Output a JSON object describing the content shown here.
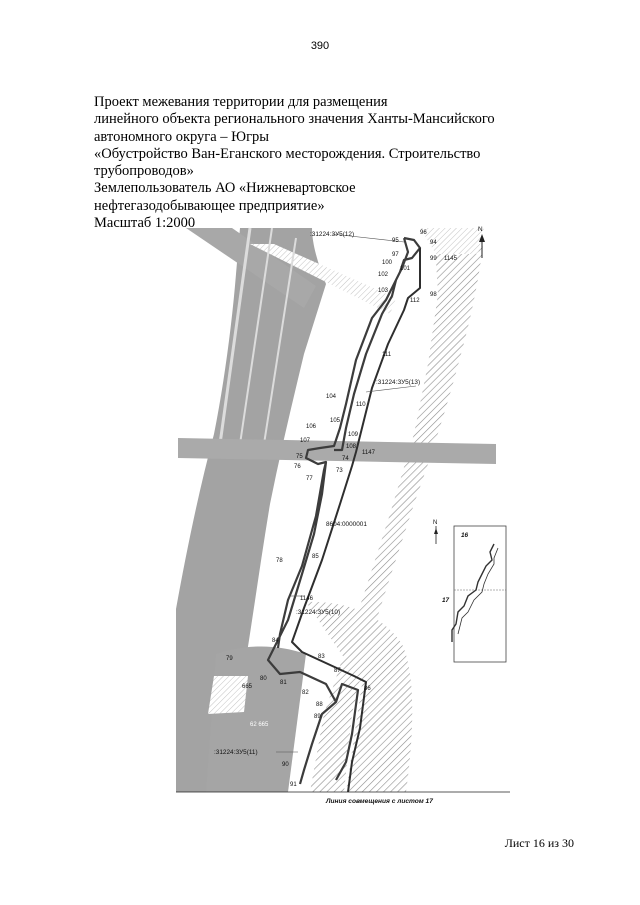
{
  "page_number": "390",
  "header": {
    "lines": [
      "Проект межевания территории для размещения",
      "линейного объекта регионального значения Ханты-Мансийского",
      "автономного округа – Югры",
      "«Обустройство Ван-Еганского месторождения. Строительство",
      "трубопроводов»",
      "Землепользователь АО «Нижневартовское",
      "нефтегазодобывающее предприятие»",
      "Масштаб 1:2000"
    ]
  },
  "map": {
    "zone_labels": [
      ":31224:ЗУ5(12)",
      ":31224:ЗУ5(13)",
      "8604:0000001",
      ":31224:ЗУ5(10)",
      ":31224:ЗУ5(11)"
    ],
    "faint_labels": [
      "1145",
      "1147",
      "1146",
      "665",
      "62 665"
    ],
    "point_labels": [
      "96",
      "95",
      "94",
      "97",
      "99",
      "100",
      "101",
      "102",
      "103",
      "98",
      "112",
      "111",
      "104",
      "110",
      "105",
      "106",
      "109",
      "107",
      "108",
      "75",
      "74",
      "76",
      "73",
      "77",
      "78",
      "85",
      "84",
      "83",
      "87",
      "79",
      "80",
      "81",
      "86",
      "82",
      "88",
      "89",
      "90",
      "91"
    ],
    "north_label": "N",
    "inset": {
      "sheet_16": "16",
      "sheet_17": "17",
      "north_label": "N"
    },
    "caption": "Линия совмещения с листом 17"
  },
  "footer": {
    "sheet": "Лист 16 из 30"
  }
}
